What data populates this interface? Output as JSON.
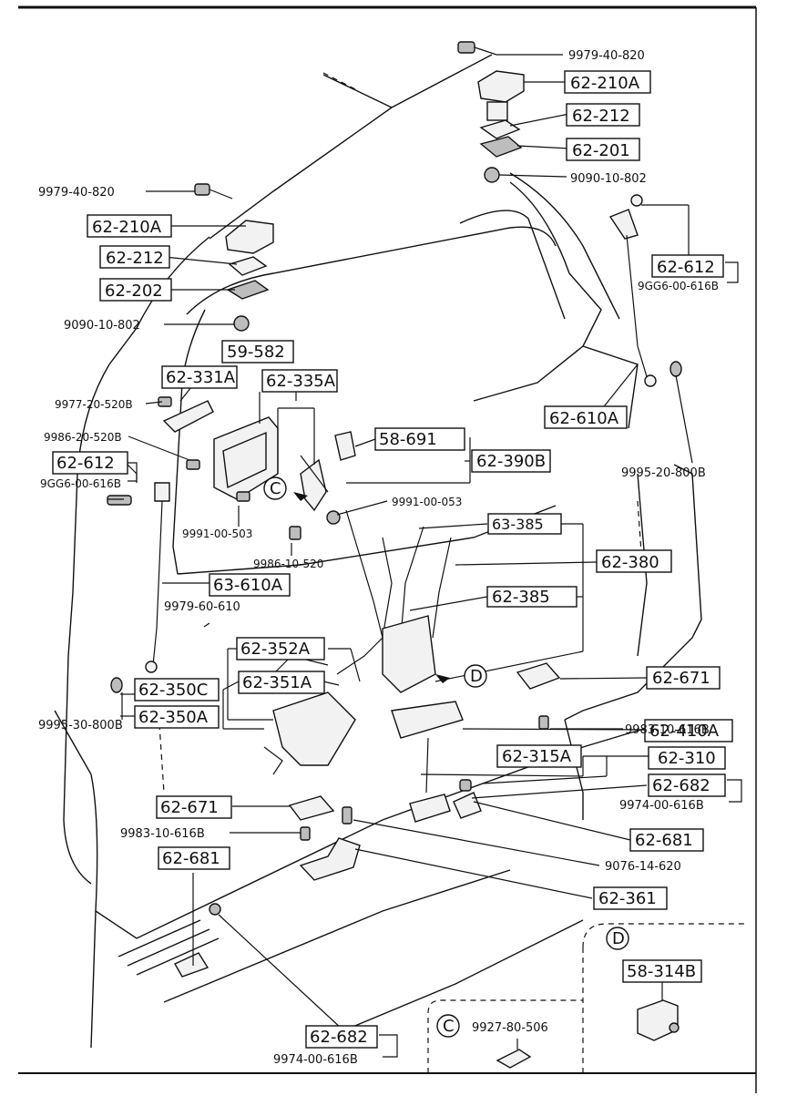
{
  "labels": {
    "bolt_top": "9979-40-820",
    "hinge_r": "62-210A",
    "shim_r": "62-212",
    "plate_r": "62-201",
    "nut_r": "9090-10-802",
    "bolt_l": "9979-40-820",
    "hinge_l": "62-210A",
    "shim_l": "62-212",
    "plate_l": "62-202",
    "nut_l": "9090-10-802",
    "ball_r": "62-612",
    "ball_r_sub": "9GG6-00-616B",
    "strut_r": "62-610A",
    "bolt_r_strut": "9995-20-800B",
    "motor": "59-582",
    "bracket_331": "62-331A",
    "screw_9977": "9977-20-520B",
    "screw_9986a": "9986-20-520B",
    "ball_l": "62-612",
    "ball_l_sub": "9GG6-00-616B",
    "nut_9991a": "9991-00-503",
    "screw_9986b": "9986-10-520",
    "actuator_335": "62-335A",
    "switch_58691": "58-691",
    "lock_390": "62-390B",
    "nut_9991b": "9991-00-053",
    "rod_63385": "63-385",
    "rod_62380": "62-380",
    "rod_62385": "62-385",
    "strut_l": "63-610A",
    "bolt_9979_60": "9979-60-610",
    "latch_352": "62-352A",
    "latch_351": "62-351A",
    "latch_350c": "62-350C",
    "latch_350a": "62-350A",
    "bolt_9995_30": "9995-30-800B",
    "bumper_r": "62-671",
    "screw_9983_r": "9983-10-616B",
    "handle_410": "62-410A",
    "striker_315": "62-315A",
    "striker_310": "62-310",
    "bolt_682_r": "62-682",
    "bolt_682_r_sub": "9974-00-616B",
    "bumper_l": "62-671",
    "screw_9983_l": "9983-10-616B",
    "guide_681_r": "62-681",
    "screw_9076": "9076-14-620",
    "guide_681_l": "62-681",
    "plate_361": "62-361",
    "bolt_682_l": "62-682",
    "bolt_682_l_sub": "9974-00-616B",
    "callout_c": "C",
    "callout_d": "D",
    "detail_d_letter": "D",
    "detail_d_part": "58-314B",
    "detail_c_letter": "C",
    "detail_c_part": "9927-80-506"
  }
}
